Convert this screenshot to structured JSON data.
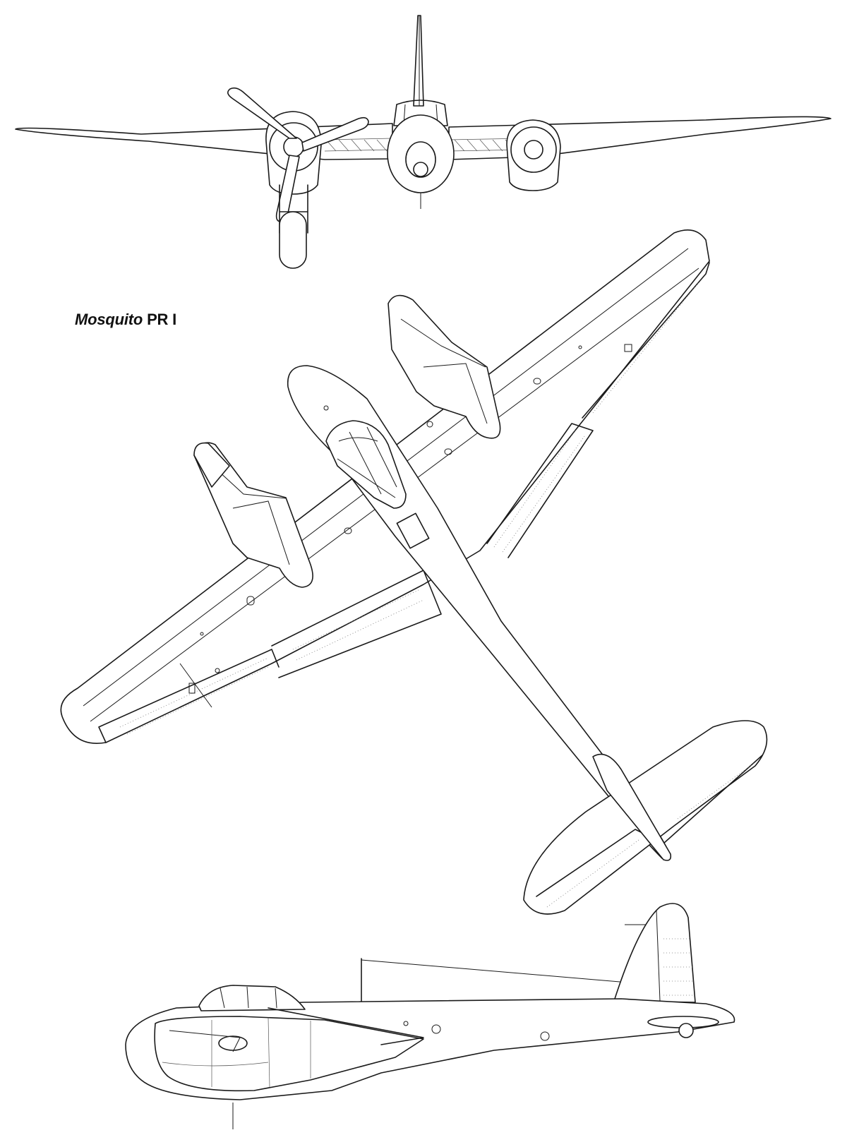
{
  "title": {
    "model": "Mosquito",
    "variant": "PR I"
  },
  "views": [
    "front-view",
    "top-view",
    "side-view"
  ],
  "colors": {
    "line": "#1a1a1a",
    "background": "#ffffff"
  }
}
